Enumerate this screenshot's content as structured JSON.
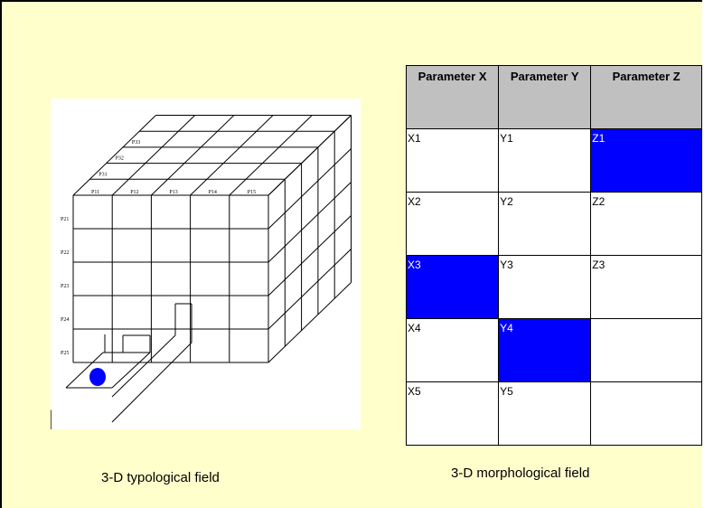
{
  "colors": {
    "background": "#ffffcc",
    "highlight": "#0000ff",
    "header_fill": "#c0c0c0",
    "marker": "#0000ff"
  },
  "figure": {
    "front_labels": [
      "P11",
      "P12",
      "P13",
      "P14",
      "P15"
    ],
    "side_labels": [
      "P21",
      "P22",
      "P23",
      "P24",
      "P25"
    ],
    "depth_labels": [
      "P31",
      "P32",
      "P33"
    ],
    "caption": "3-D typological field"
  },
  "table": {
    "headers": [
      "Parameter X",
      "Parameter Y",
      "Parameter Z"
    ],
    "rows": [
      [
        "X1",
        "Y1",
        "Z1"
      ],
      [
        "X2",
        "Y2",
        "Z2"
      ],
      [
        "X3",
        "Y3",
        "Z3"
      ],
      [
        "X4",
        "Y4",
        ""
      ],
      [
        "X5",
        "Y5",
        ""
      ]
    ],
    "selected": [
      [
        0,
        2
      ],
      [
        2,
        0
      ],
      [
        3,
        1
      ]
    ],
    "caption": "3-D morphological field"
  }
}
